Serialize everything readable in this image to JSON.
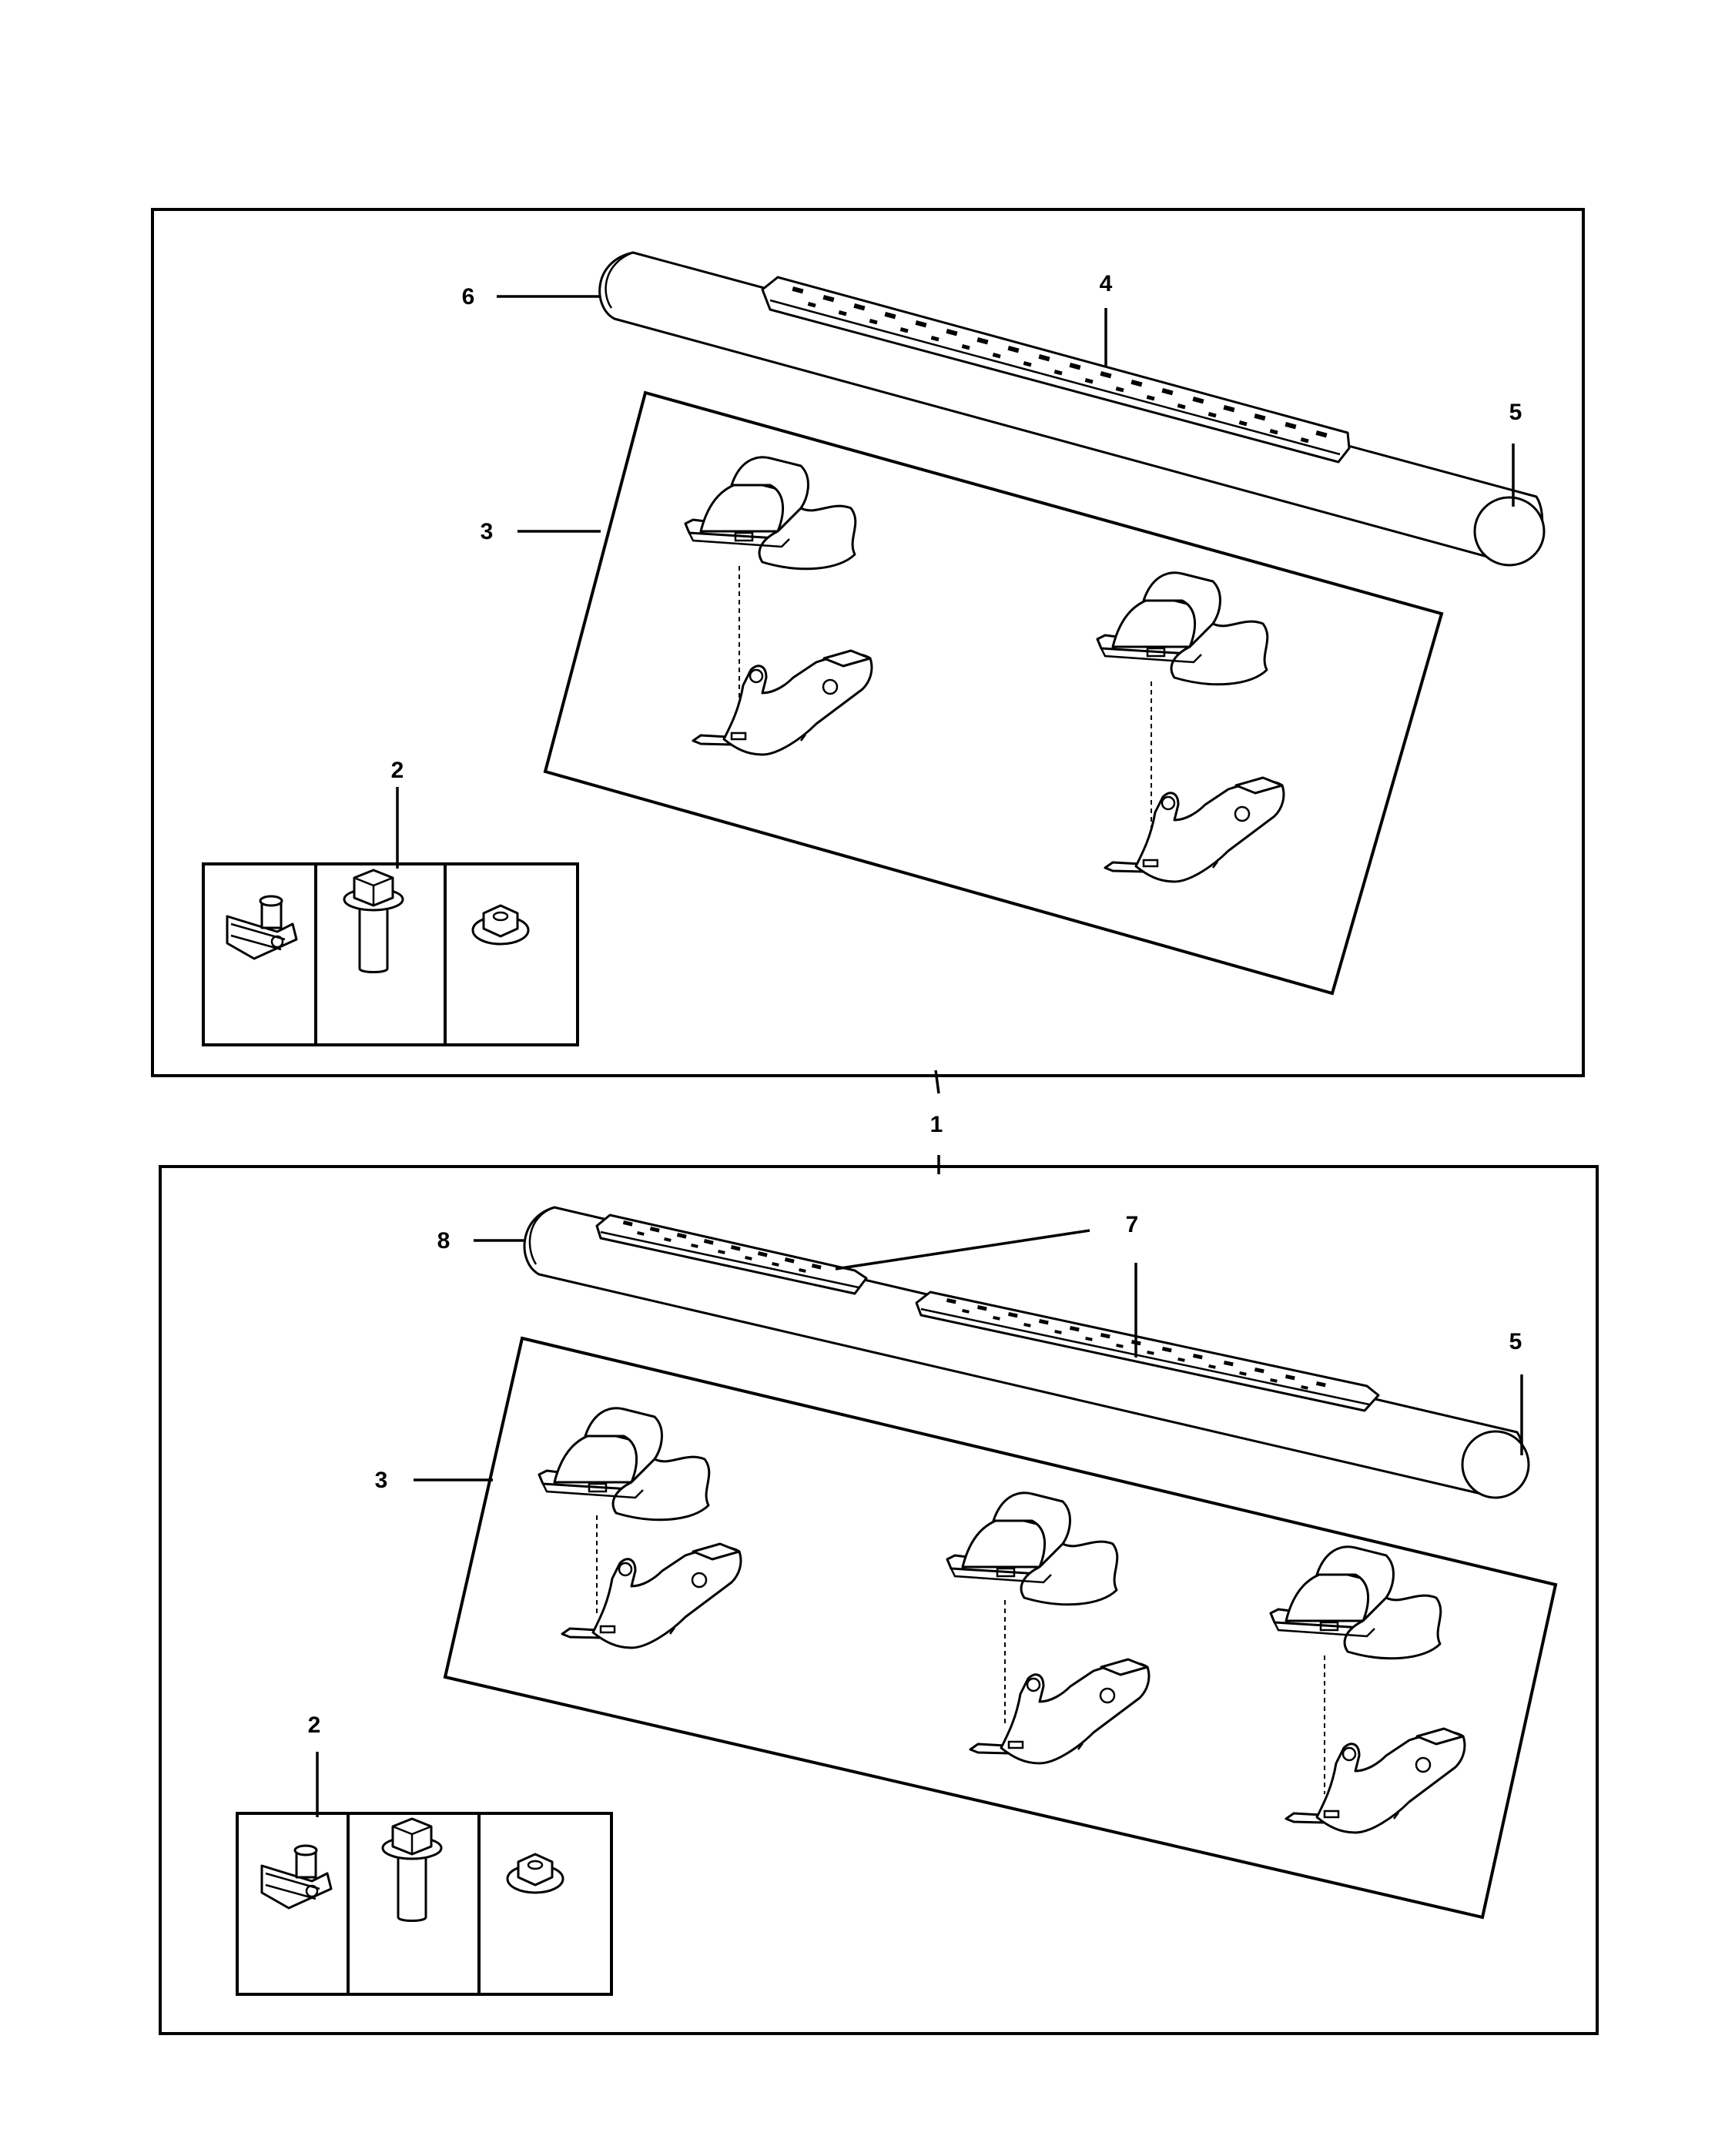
{
  "callouts": {
    "assembly": "1",
    "hardware_top": "2",
    "hardware_bottom": "2",
    "brackets_top": "3",
    "brackets_bottom": "3",
    "step_pad_top": "4",
    "end_cap_top": "5",
    "end_cap_bottom": "5",
    "tube_top": "6",
    "step_pads_bottom": "7",
    "tube_bottom": "8"
  },
  "colors": {
    "line": "#000000",
    "background": "#ffffff"
  }
}
